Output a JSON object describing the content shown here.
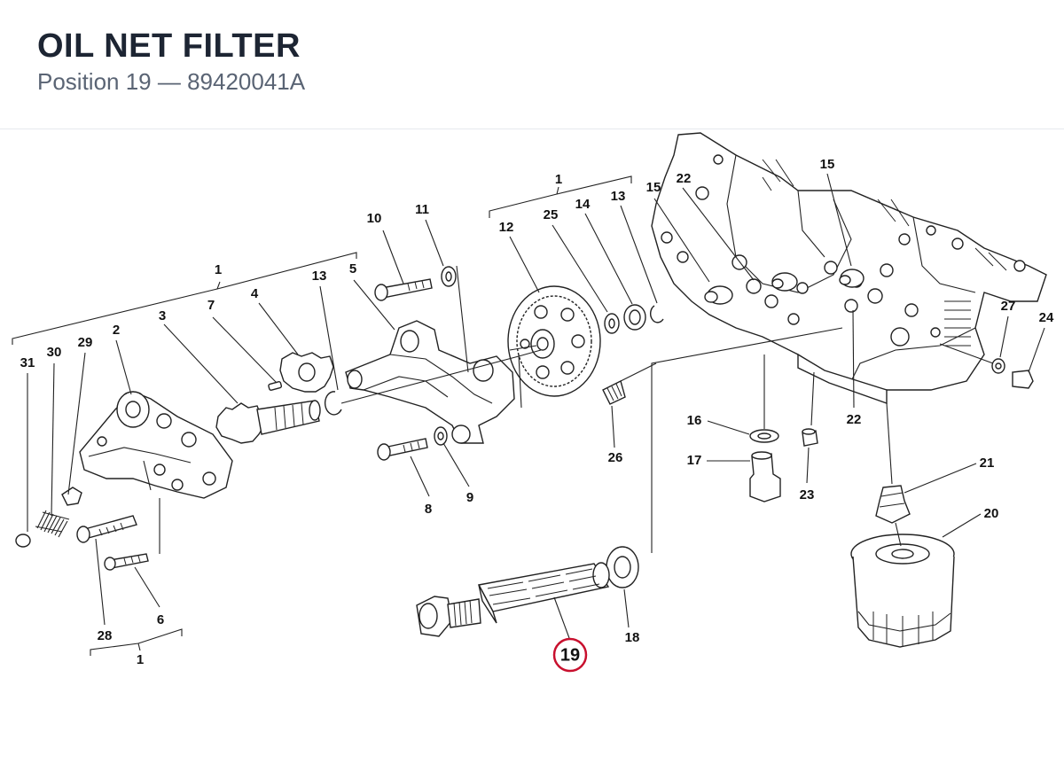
{
  "header": {
    "title": "OIL NET FILTER",
    "subtitle": "Position 19 — 89420041A"
  },
  "highlight": {
    "label": "19",
    "color": "#c8102e"
  },
  "callouts": {
    "c1a": "1",
    "c1b": "1",
    "c1c": "1",
    "c2": "2",
    "c3": "3",
    "c4": "4",
    "c5": "5",
    "c6": "6",
    "c7": "7",
    "c8": "8",
    "c9": "9",
    "c10": "10",
    "c11": "11",
    "c12": "12",
    "c13a": "13",
    "c13b": "13",
    "c14": "14",
    "c15a": "15",
    "c15b": "15",
    "c16": "16",
    "c17": "17",
    "c18": "18",
    "c20": "20",
    "c21": "21",
    "c22a": "22",
    "c22b": "22",
    "c23": "23",
    "c24": "24",
    "c25": "25",
    "c26": "26",
    "c27": "27",
    "c28": "28",
    "c29": "29",
    "c30": "30",
    "c31": "31"
  }
}
